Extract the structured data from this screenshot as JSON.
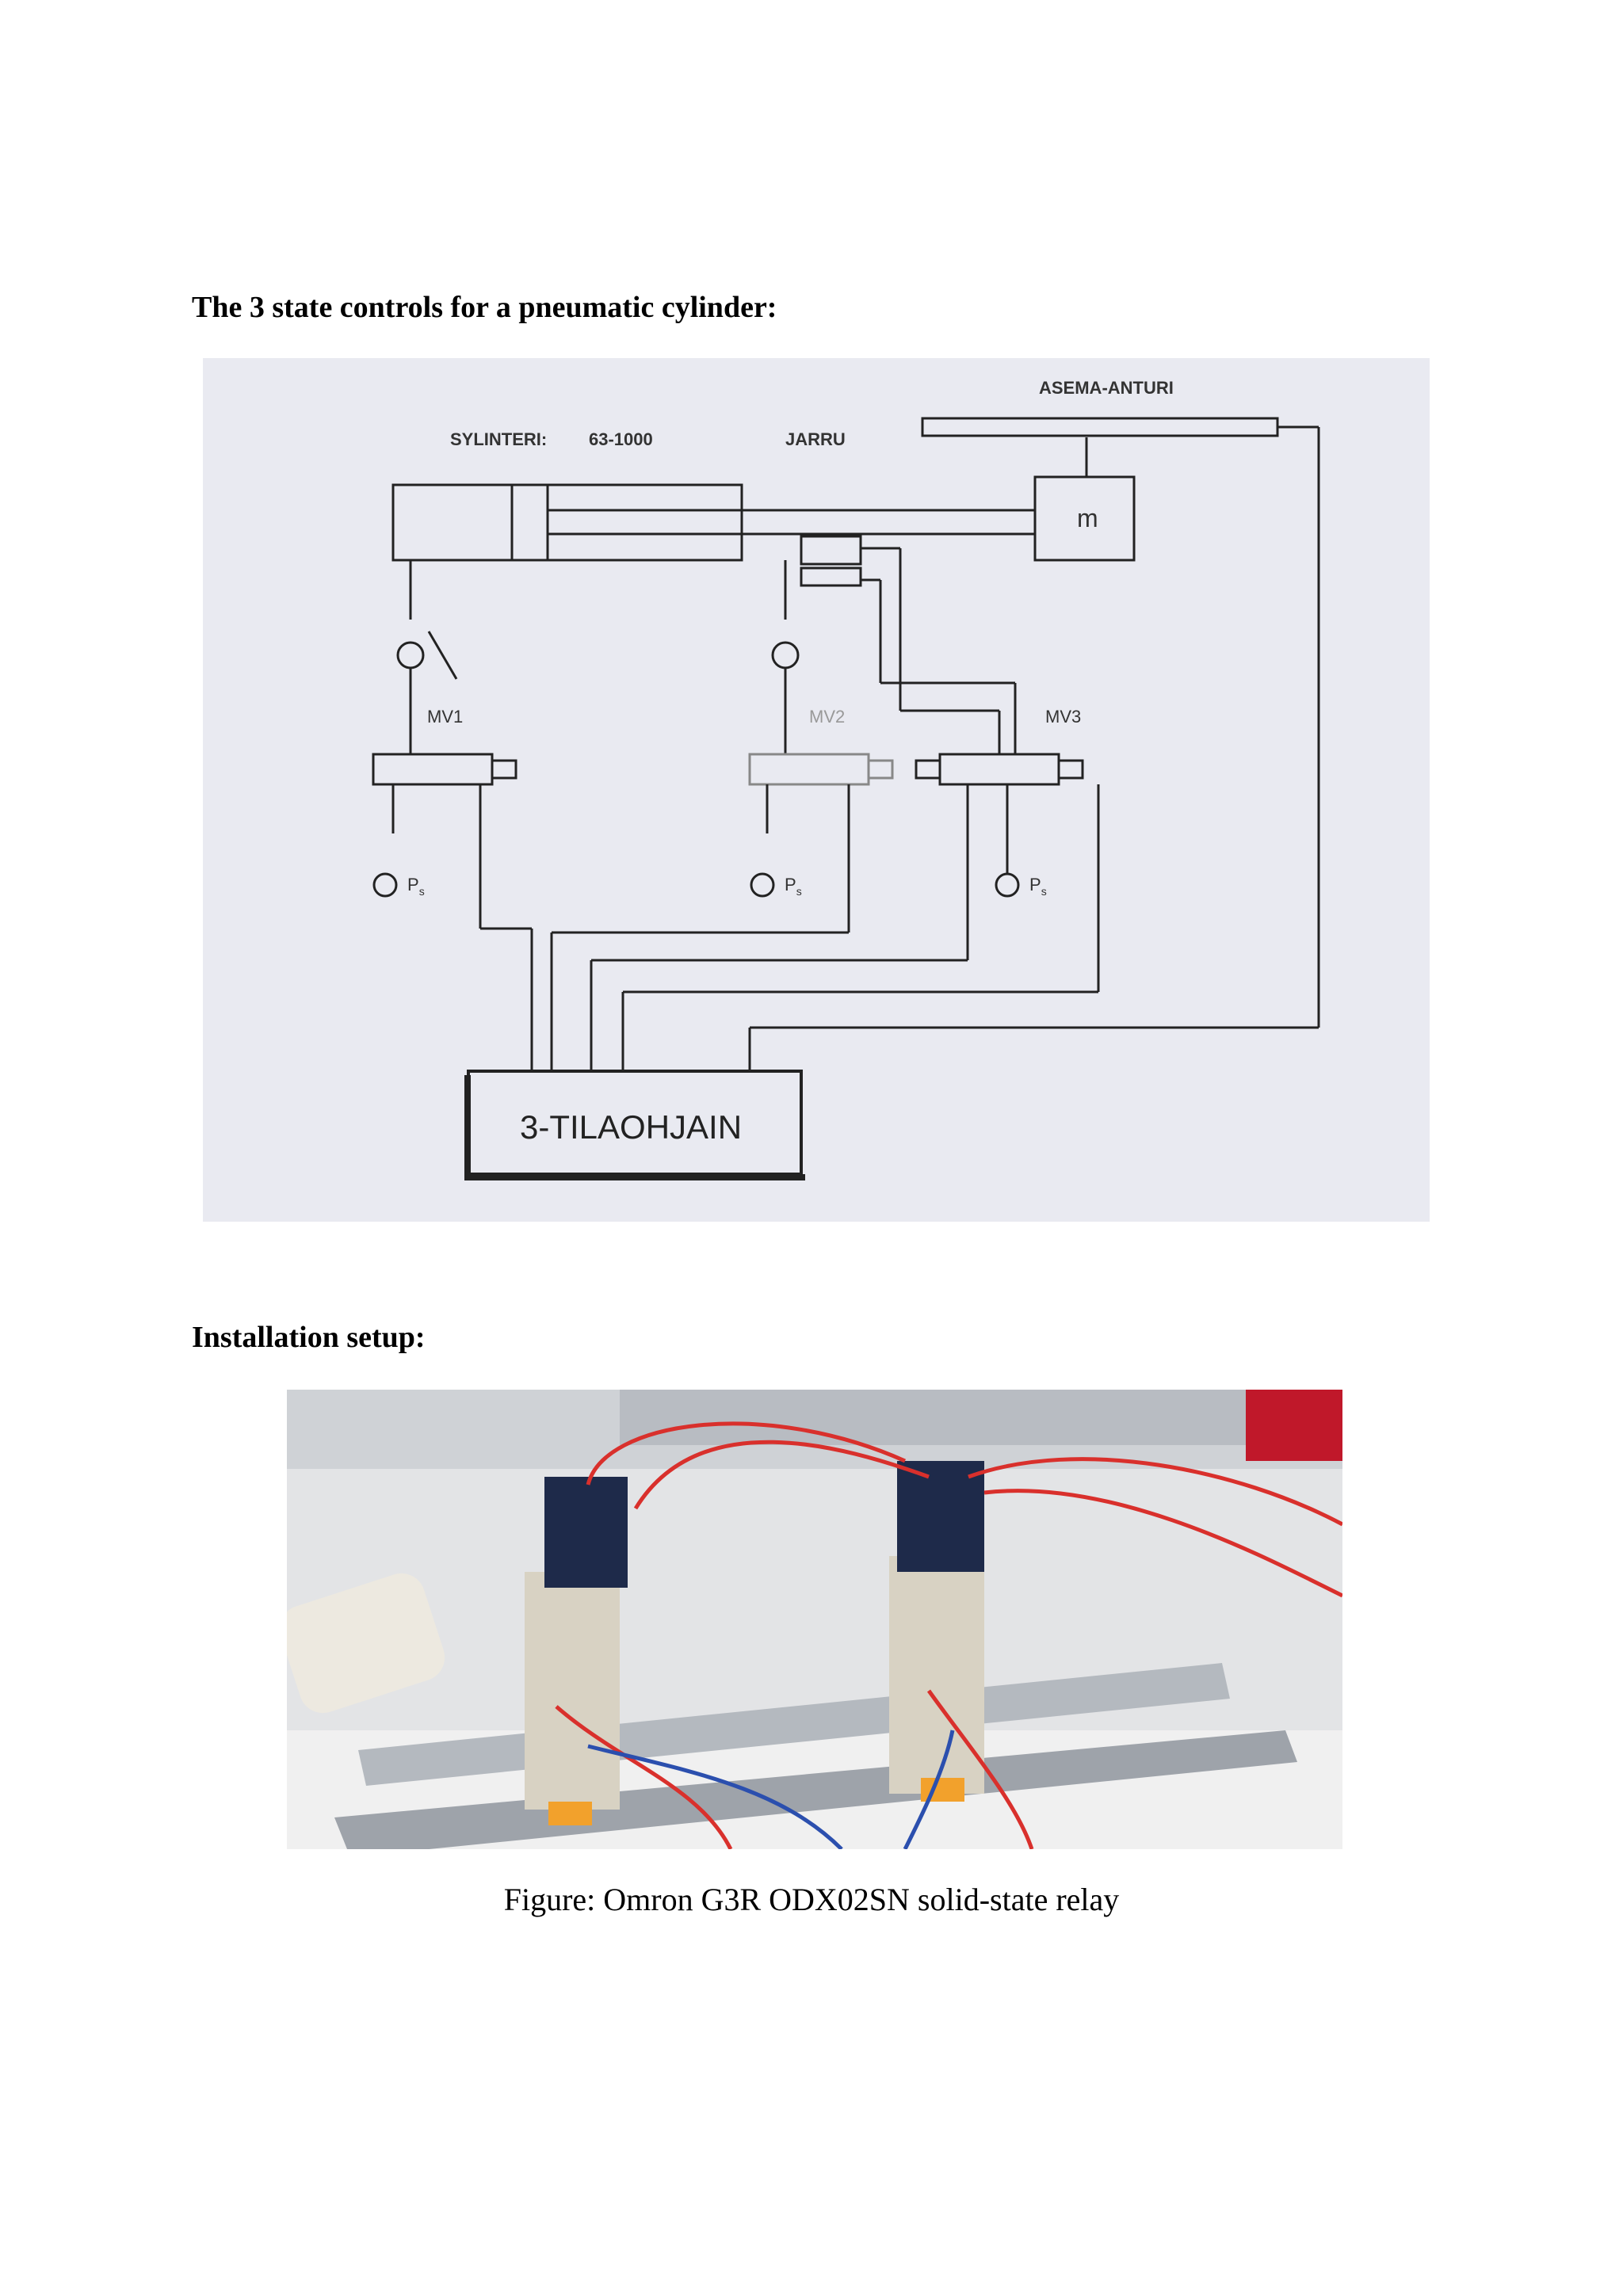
{
  "headings": {
    "diagram": "The 3 state controls for a pneumatic cylinder:",
    "photo": "Installation setup:"
  },
  "diagram": {
    "sensor_label": "ASEMA-ANTURI",
    "cylinder_label": "SYLINTERI:",
    "cylinder_size": "63-1000",
    "brake_label": "JARRU",
    "mass_label": "m",
    "valve1_label": "MV1",
    "valve2_label": "MV2",
    "valve3_label": "MV3",
    "supply_label": "P",
    "supply_subscript": "s",
    "controller_label": "3-TILAOHJAIN"
  },
  "caption": "Figure: Omron G3R ODX02SN solid-state relay"
}
